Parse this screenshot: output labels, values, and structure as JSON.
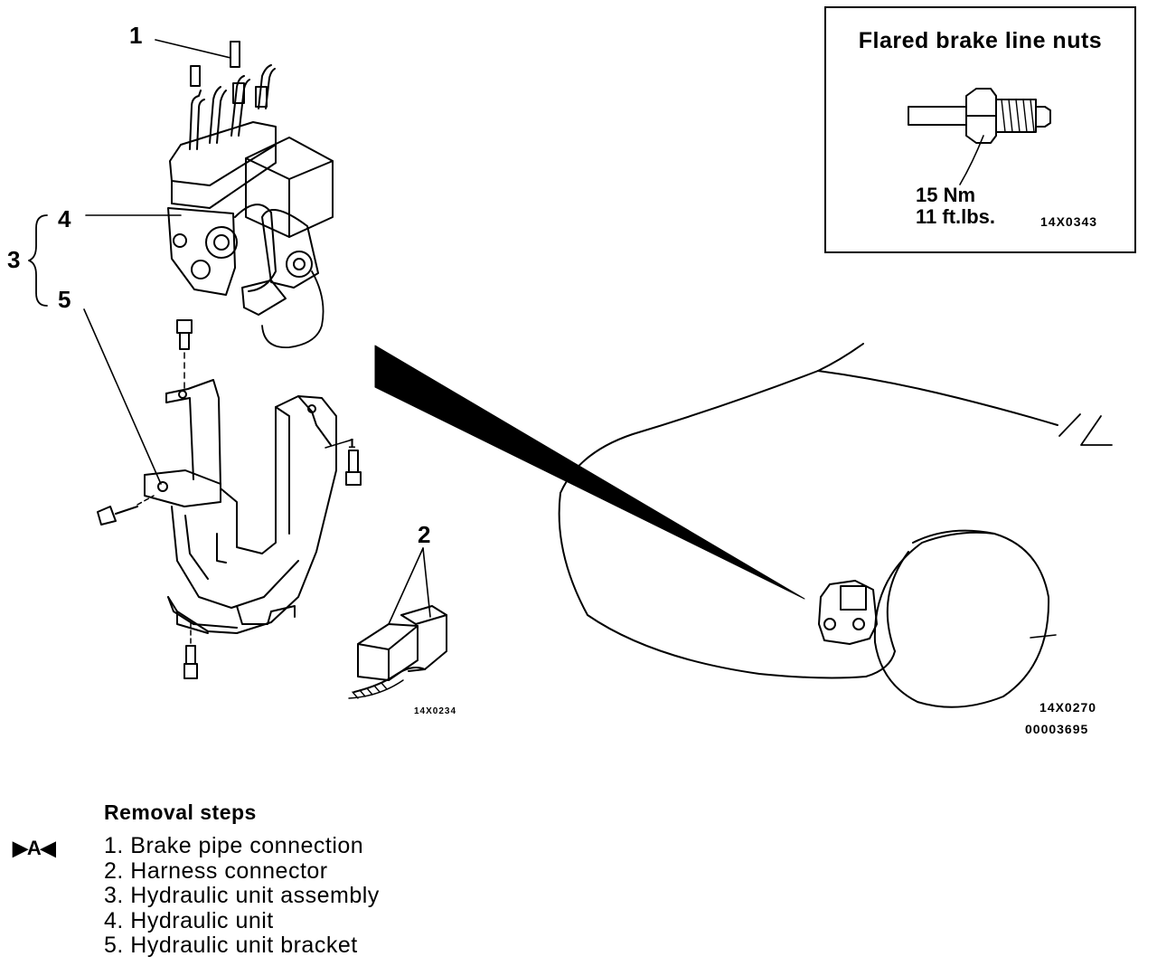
{
  "callouts": {
    "c1": "1",
    "c2": "2",
    "c3": "3",
    "c4": "4",
    "c5": "5",
    "c1_bracket": "1"
  },
  "inset": {
    "title": "Flared brake line nuts",
    "torque_nm": "15 Nm",
    "torque_ftlbs": "11 ft.lbs.",
    "code": "14X0343"
  },
  "figure_codes": {
    "connector": "14X0234",
    "vehicle": "14X0270",
    "figure_id": "00003695"
  },
  "removal": {
    "title": "Removal steps",
    "marker": "▶A◀",
    "steps": [
      "1. Brake pipe connection",
      "2. Harness connector",
      "3. Hydraulic unit assembly",
      "4. Hydraulic unit",
      "5. Hydraulic unit bracket"
    ]
  }
}
